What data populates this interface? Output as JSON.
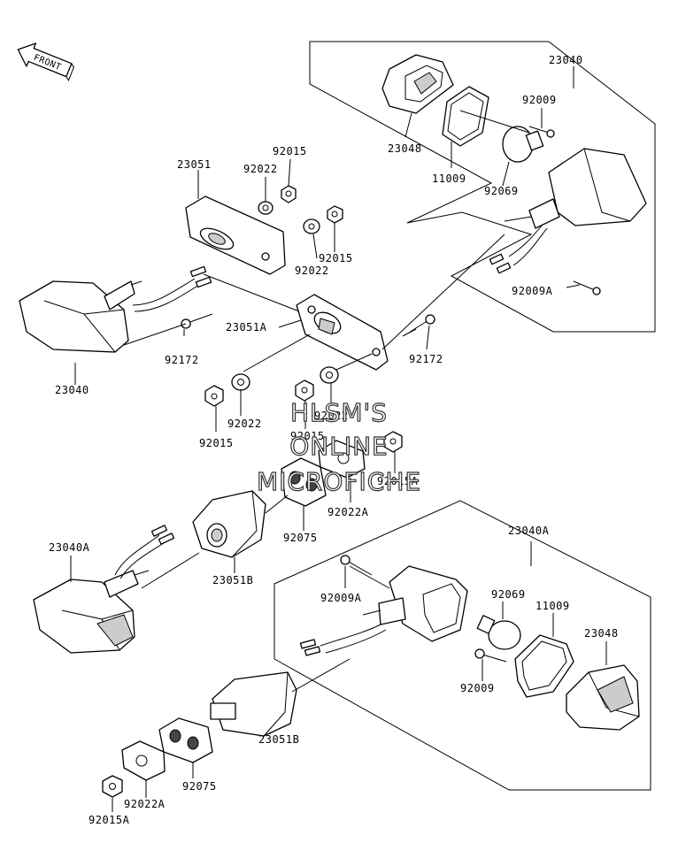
{
  "front_label": "FRONT",
  "watermark": [
    "HLSM'S",
    "ONLINE",
    "MICROFICHE"
  ],
  "labels": {
    "a23040_top": "23040",
    "a92009_top": "92009",
    "a23048_top": "23048",
    "a11009_top": "11009",
    "a92069_top": "92069",
    "a92009A_top": "92009A",
    "a23051": "23051",
    "a92015_a": "92015",
    "a92022_a": "92022",
    "a92015_b": "92015",
    "a92022_b": "92022",
    "a92172_left": "92172",
    "a23051A": "23051A",
    "a92172_right": "92172",
    "a23040_left": "23040",
    "a92022_c": "92022",
    "a92015_c": "92015",
    "a92022_d": "92022",
    "a92015_d": "92015",
    "a92015A_mid": "92015A",
    "a92022A_mid": "92022A",
    "a92075_mid": "92075",
    "a23040A_left": "23040A",
    "a23051B_mid": "23051B",
    "a23040A_right": "23040A",
    "a92009A_bot": "92009A",
    "a92069_bot": "92069",
    "a11009_bot": "11009",
    "a23048_bot": "23048",
    "a92009_bot": "92009",
    "a23051B_bot": "23051B",
    "a92075_bot": "92075",
    "a92022A_bot": "92022A",
    "a92015A_bot": "92015A"
  }
}
